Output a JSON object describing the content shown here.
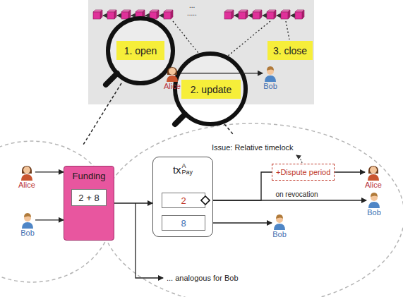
{
  "diagram": {
    "nodes": [
      {
        "text": [
          "1. open"
        ]
      },
      {
        "text": [
          "2. update"
        ]
      },
      {
        "text": [
          "3. close"
        ]
      },
      {
        "text": [
          "Alice"
        ]
      },
      {
        "text": [
          "Bob"
        ]
      },
      {
        "text": [
          "Alice"
        ]
      },
      {
        "text": [
          "Bob"
        ]
      },
      {
        "text": [
          "Funding"
        ]
      },
      {
        "text": [
          "2 + 8"
        ],
        "in": 7
      },
      {
        "text": [
          "tx",
          "A",
          "Pay"
        ]
      },
      {
        "text": [
          "2"
        ],
        "in": 9
      },
      {
        "text": [
          "8"
        ],
        "in": 9
      },
      {
        "text": [
          "+Dispute period"
        ]
      },
      {
        "text": [
          "Alice"
        ]
      },
      {
        "text": [
          "Bob"
        ]
      },
      {
        "text": [
          "Bob"
        ]
      }
    ],
    "edges": [
      {
        "from": 3,
        "to": 4,
        "arrow": "to"
      },
      {
        "from": 5,
        "to": 7,
        "arrow": "to"
      },
      {
        "from": 6,
        "to": 7,
        "arrow": "to"
      },
      {
        "from": 7,
        "to": 9,
        "arrow": "to"
      },
      {
        "from": 10,
        "to": 12,
        "arrow": "none"
      },
      {
        "from": 12,
        "to": 13,
        "arrow": "to"
      },
      {
        "from": 10,
        "to": 14,
        "label": "on revocation",
        "arrow": "to"
      },
      {
        "from": 11,
        "to": 15,
        "arrow": "to"
      }
    ],
    "labels": [
      "...",
      ".....",
      "Issue: Relative timelock",
      "... analogous for Bob"
    ]
  }
}
